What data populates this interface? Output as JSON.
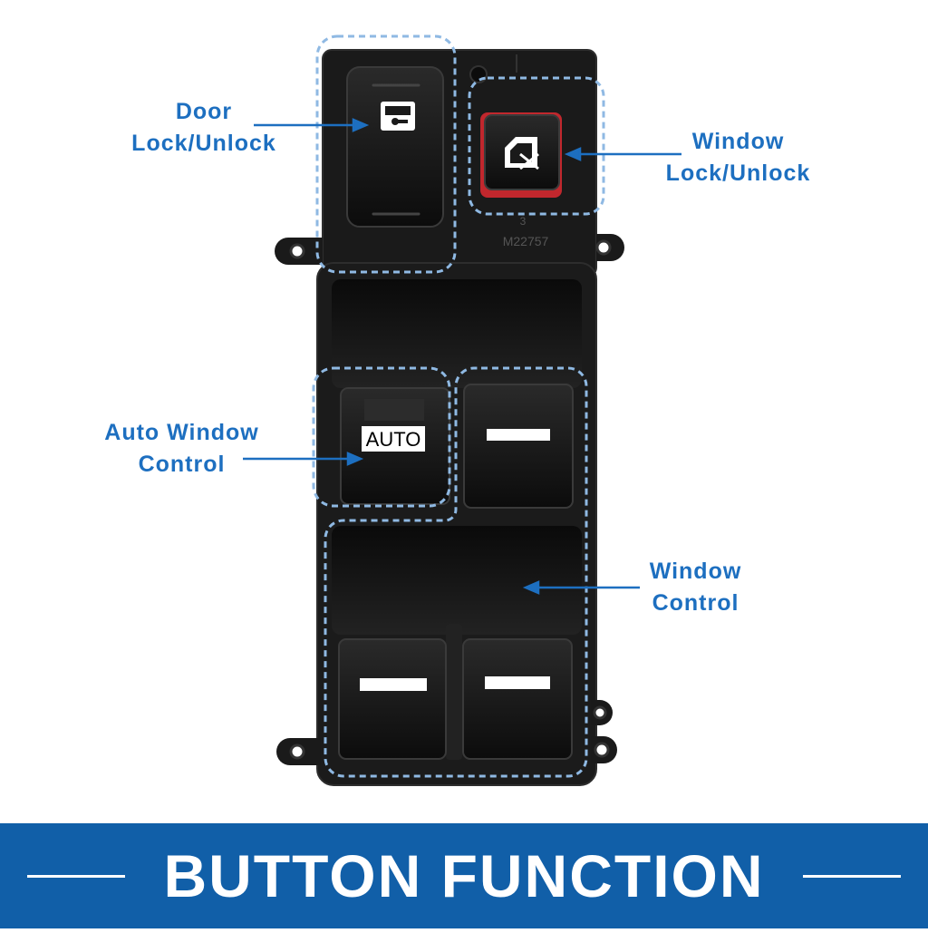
{
  "labels": {
    "door_lock": [
      "Door",
      "Lock/Unlock"
    ],
    "window_lock": [
      "Window",
      "Lock/Unlock"
    ],
    "auto_window": [
      "Auto Window",
      "Control"
    ],
    "window_control": [
      "Window",
      "Control"
    ]
  },
  "switch": {
    "auto_text": "AUTO",
    "part_number": "M22757",
    "mold_mark": "3"
  },
  "banner": {
    "title": "BUTTON FUNCTION"
  },
  "colors": {
    "accent": "#1d6fc0",
    "banner": "#115fa8",
    "highlight_outline": "#8fb9e3",
    "switch_body": "#151515",
    "lock_button_rim": "#c1272d"
  },
  "icons": {
    "door_lock_button": "door-key-icon",
    "window_lock_button": "window-cross-icon"
  }
}
